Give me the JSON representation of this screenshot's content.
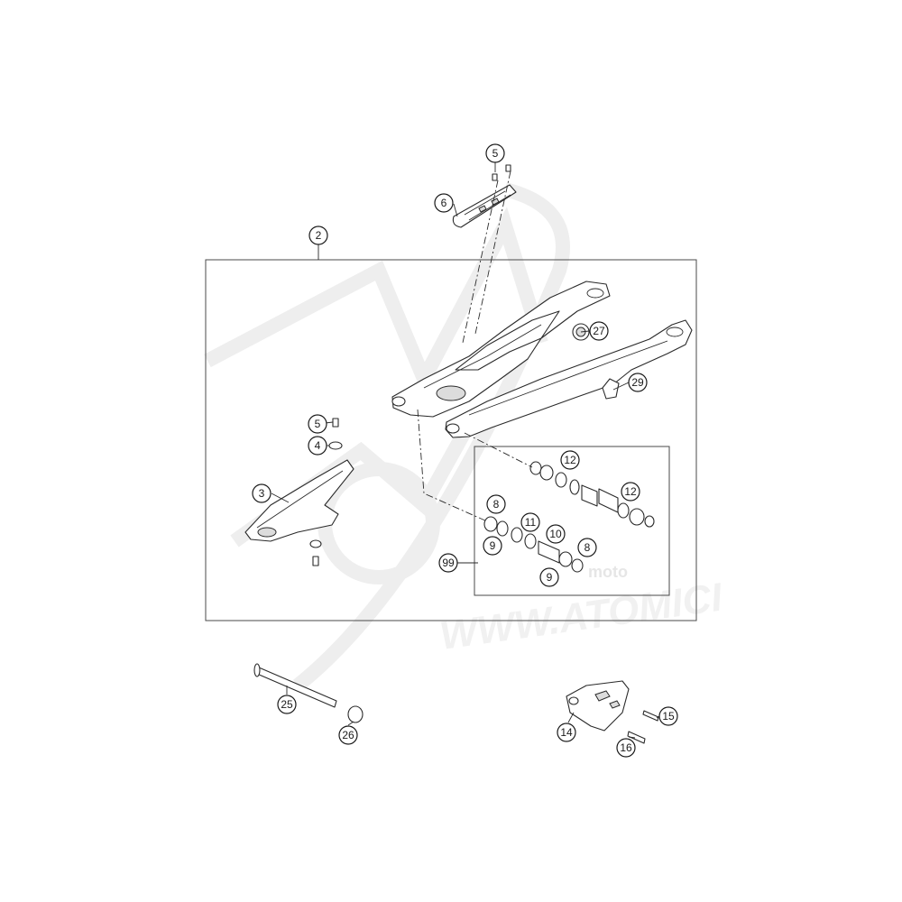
{
  "watermark": {
    "url_text": "WWW.ATOMICI",
    "brand_text": "moto"
  },
  "callouts": [
    {
      "id": "c5-top",
      "label": "5"
    },
    {
      "id": "c6",
      "label": "6"
    },
    {
      "id": "c2",
      "label": "2"
    },
    {
      "id": "c27",
      "label": "27"
    },
    {
      "id": "c29",
      "label": "29"
    },
    {
      "id": "c5-mid",
      "label": "5"
    },
    {
      "id": "c4",
      "label": "4"
    },
    {
      "id": "c3",
      "label": "3"
    },
    {
      "id": "c12-a",
      "label": "12"
    },
    {
      "id": "c12-b",
      "label": "12"
    },
    {
      "id": "c8-a",
      "label": "8"
    },
    {
      "id": "c11",
      "label": "11"
    },
    {
      "id": "c10",
      "label": "10"
    },
    {
      "id": "c9-a",
      "label": "9"
    },
    {
      "id": "c8-b",
      "label": "8"
    },
    {
      "id": "c9-b",
      "label": "9"
    },
    {
      "id": "c99",
      "label": "99"
    },
    {
      "id": "c25",
      "label": "25"
    },
    {
      "id": "c26",
      "label": "26"
    },
    {
      "id": "c14",
      "label": "14"
    },
    {
      "id": "c15",
      "label": "15"
    },
    {
      "id": "c16",
      "label": "16"
    }
  ]
}
